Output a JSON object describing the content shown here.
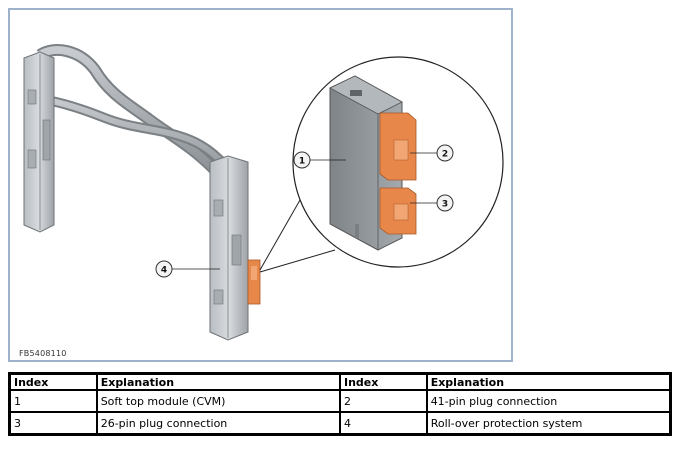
{
  "figure": {
    "id_label": "FB5408110",
    "callouts": [
      "1",
      "2",
      "3",
      "4"
    ]
  },
  "table": {
    "headers": [
      "Index",
      "Explanation",
      "Index",
      "Explanation"
    ],
    "rows": [
      [
        "1",
        "Soft top module (CVM)",
        "2",
        "41-pin plug connection"
      ],
      [
        "3",
        "26-pin plug connection",
        "4",
        "Roll-over protection system"
      ]
    ]
  },
  "colors": {
    "frame_border": "#9fb2cc",
    "connector_orange": "#e8874a",
    "module_grey": "#8a8f93"
  }
}
